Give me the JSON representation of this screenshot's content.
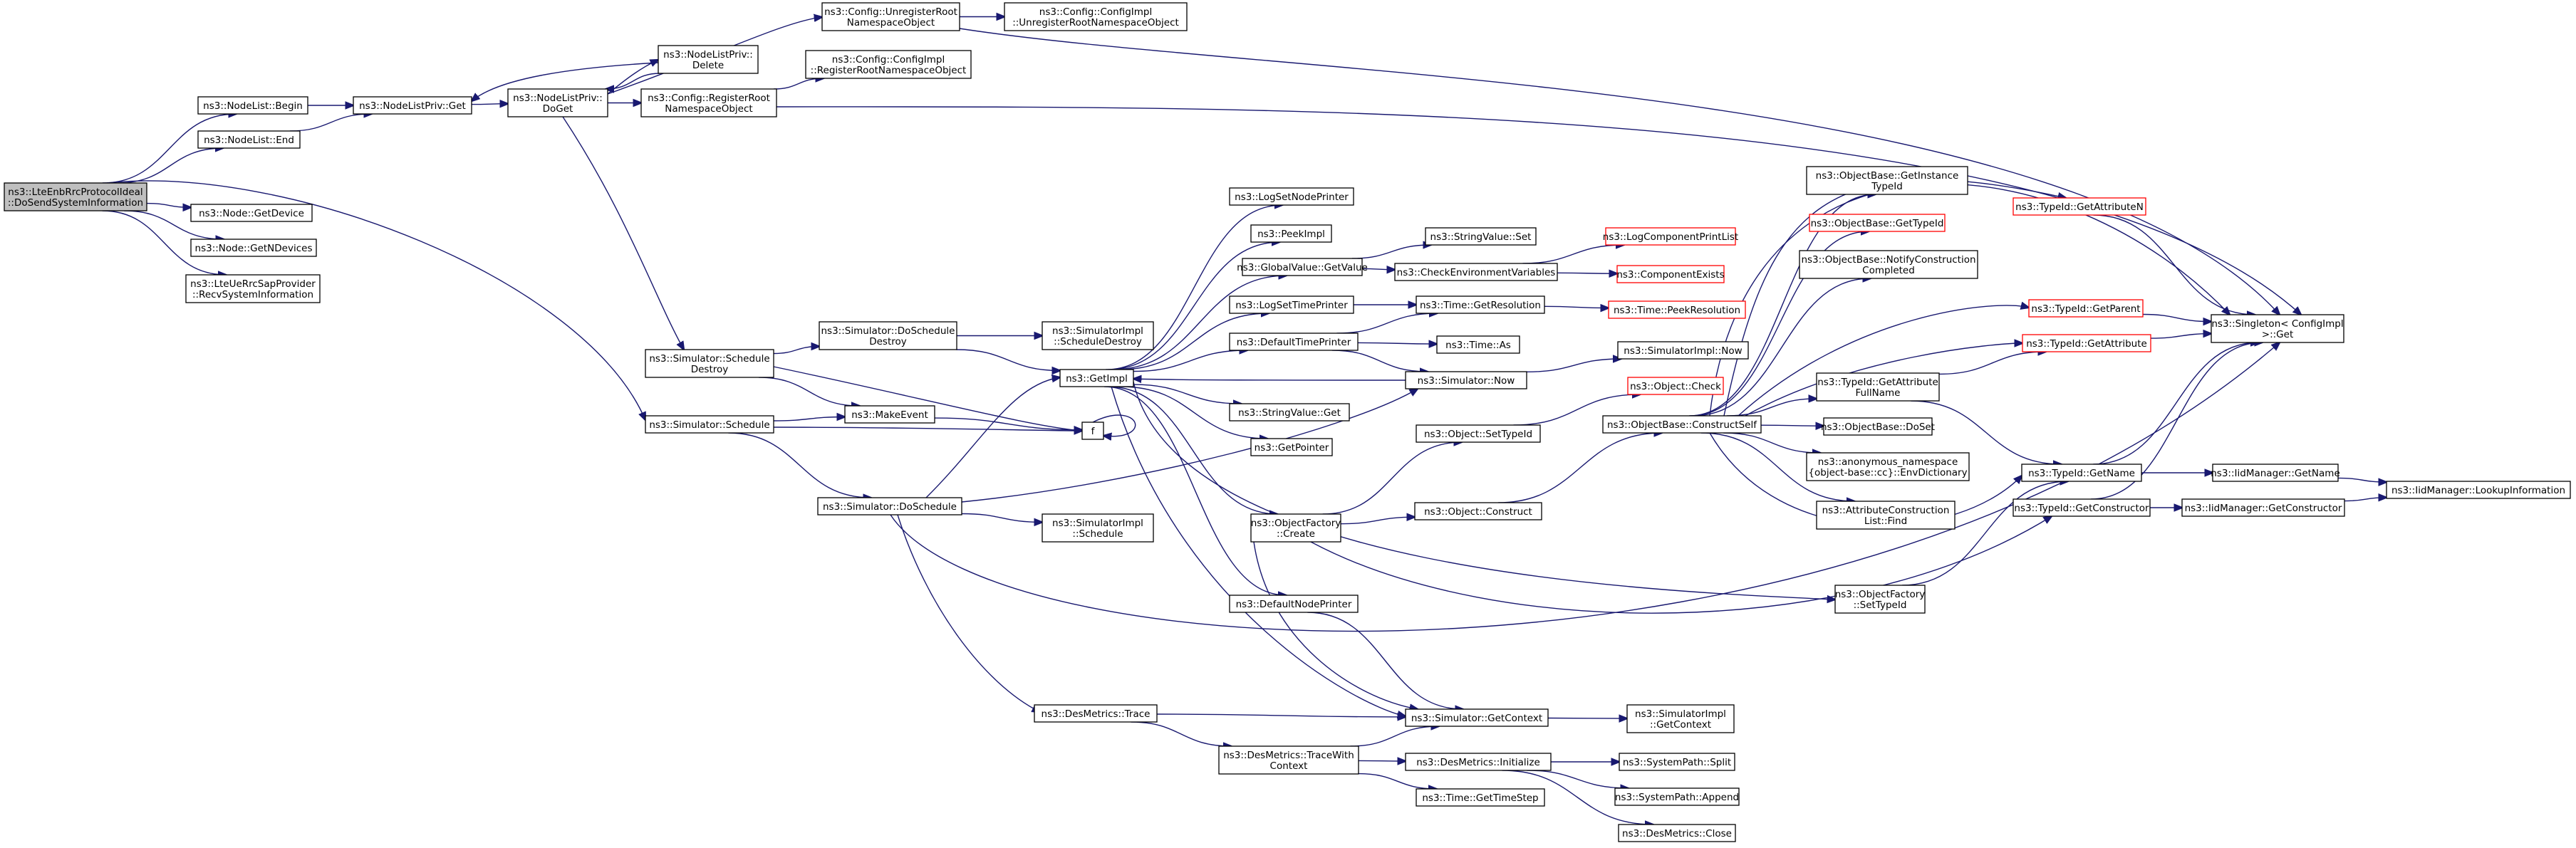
{
  "diagram": {
    "title": "Call graph",
    "nodes": [
      {
        "id": "root",
        "lines": [
          "ns3::LteEnbRrcProtocolIdeal",
          "::DoSendSystemInformation"
        ],
        "style": "root"
      },
      {
        "id": "nlbegin",
        "lines": [
          "ns3::NodeList::Begin"
        ]
      },
      {
        "id": "nlend",
        "lines": [
          "ns3::NodeList::End"
        ]
      },
      {
        "id": "getdevice",
        "lines": [
          "ns3::Node::GetDevice"
        ]
      },
      {
        "id": "getndevices",
        "lines": [
          "ns3::Node::GetNDevices"
        ]
      },
      {
        "id": "recvsys",
        "lines": [
          "ns3::LteUeRrcSapProvider",
          "::RecvSystemInformation"
        ]
      },
      {
        "id": "nlpget",
        "lines": [
          "ns3::NodeListPriv::Get"
        ]
      },
      {
        "id": "nlpdelete",
        "lines": [
          "ns3::NodeListPriv::",
          "Delete"
        ]
      },
      {
        "id": "nlpdoget",
        "lines": [
          "ns3::NodeListPriv::",
          "DoGet"
        ]
      },
      {
        "id": "unregroot",
        "lines": [
          "ns3::Config::UnregisterRoot",
          "NamespaceObject"
        ]
      },
      {
        "id": "cfgunreg",
        "lines": [
          "ns3::Config::ConfigImpl",
          "::UnregisterRootNamespaceObject"
        ]
      },
      {
        "id": "cfgreg",
        "lines": [
          "ns3::Config::ConfigImpl",
          "::RegisterRootNamespaceObject"
        ]
      },
      {
        "id": "regroot",
        "lines": [
          "ns3::Config::RegisterRoot",
          "NamespaceObject"
        ]
      },
      {
        "id": "schedDestroy",
        "lines": [
          "ns3::Simulator::Schedule",
          "Destroy"
        ]
      },
      {
        "id": "schedule",
        "lines": [
          "ns3::Simulator::Schedule"
        ]
      },
      {
        "id": "doSchedDestroy",
        "lines": [
          "ns3::Simulator::DoSchedule",
          "Destroy"
        ]
      },
      {
        "id": "implSchedDestroy",
        "lines": [
          "ns3::SimulatorImpl",
          "::ScheduleDestroy"
        ]
      },
      {
        "id": "getimpl",
        "lines": [
          "ns3::GetImpl"
        ]
      },
      {
        "id": "makeevent",
        "lines": [
          "ns3::MakeEvent"
        ]
      },
      {
        "id": "f",
        "lines": [
          "f"
        ]
      },
      {
        "id": "doschedule",
        "lines": [
          "ns3::Simulator::DoSchedule"
        ]
      },
      {
        "id": "implSchedule",
        "lines": [
          "ns3::SimulatorImpl",
          "::Schedule"
        ]
      },
      {
        "id": "desTrace",
        "lines": [
          "ns3::DesMetrics::Trace"
        ]
      },
      {
        "id": "desTraceCtx",
        "lines": [
          "ns3::DesMetrics::TraceWith",
          "Context"
        ]
      },
      {
        "id": "logSetNode",
        "lines": [
          "ns3::LogSetNodePrinter"
        ]
      },
      {
        "id": "peekimpl",
        "lines": [
          "ns3::PeekImpl"
        ]
      },
      {
        "id": "gvGetValue",
        "lines": [
          "ns3::GlobalValue::GetValue"
        ]
      },
      {
        "id": "logSetTime",
        "lines": [
          "ns3::LogSetTimePrinter"
        ]
      },
      {
        "id": "defTimePrinter",
        "lines": [
          "ns3::DefaultTimePrinter"
        ]
      },
      {
        "id": "svGet",
        "lines": [
          "ns3::StringValue::Get"
        ]
      },
      {
        "id": "getpointer",
        "lines": [
          "ns3::GetPointer"
        ]
      },
      {
        "id": "ofCreate",
        "lines": [
          "ns3::ObjectFactory",
          "::Create"
        ]
      },
      {
        "id": "defNodePrinter",
        "lines": [
          "ns3::DefaultNodePrinter"
        ]
      },
      {
        "id": "svSet",
        "lines": [
          "ns3::StringValue::Set"
        ]
      },
      {
        "id": "checkEnv",
        "lines": [
          "ns3::CheckEnvironmentVariables"
        ]
      },
      {
        "id": "timeGetRes",
        "lines": [
          "ns3::Time::GetResolution"
        ]
      },
      {
        "id": "timeAs",
        "lines": [
          "ns3::Time::As"
        ]
      },
      {
        "id": "simNow",
        "lines": [
          "ns3::Simulator::Now"
        ]
      },
      {
        "id": "objSetTypeId",
        "lines": [
          "ns3::Object::SetTypeId"
        ]
      },
      {
        "id": "objConstruct",
        "lines": [
          "ns3::Object::Construct"
        ]
      },
      {
        "id": "simGetContext",
        "lines": [
          "ns3::Simulator::GetContext"
        ]
      },
      {
        "id": "desInit",
        "lines": [
          "ns3::DesMetrics::Initialize"
        ]
      },
      {
        "id": "timeGetStep",
        "lines": [
          "ns3::Time::GetTimeStep"
        ]
      },
      {
        "id": "logCompPrint",
        "lines": [
          "ns3::LogComponentPrintList"
        ],
        "style": "red"
      },
      {
        "id": "compExists",
        "lines": [
          "ns3::ComponentExists"
        ],
        "style": "red"
      },
      {
        "id": "timePeekRes",
        "lines": [
          "ns3::Time::PeekResolution"
        ],
        "style": "red"
      },
      {
        "id": "implNow",
        "lines": [
          "ns3::SimulatorImpl::Now"
        ]
      },
      {
        "id": "objCheck",
        "lines": [
          "ns3::Object::Check"
        ],
        "style": "red"
      },
      {
        "id": "obConstructSelf",
        "lines": [
          "ns3::ObjectBase::ConstructSelf"
        ]
      },
      {
        "id": "implGetContext",
        "lines": [
          "ns3::SimulatorImpl",
          "::GetContext"
        ]
      },
      {
        "id": "spSplit",
        "lines": [
          "ns3::SystemPath::Split"
        ]
      },
      {
        "id": "spAppend",
        "lines": [
          "ns3::SystemPath::Append"
        ]
      },
      {
        "id": "desClose",
        "lines": [
          "ns3::DesMetrics::Close"
        ]
      },
      {
        "id": "obGetInstTid",
        "lines": [
          "ns3::ObjectBase::GetInstance",
          "TypeId"
        ]
      },
      {
        "id": "obGetTid",
        "lines": [
          "ns3::ObjectBase::GetTypeId"
        ],
        "style": "red"
      },
      {
        "id": "obNotify",
        "lines": [
          "ns3::ObjectBase::NotifyConstruction",
          "Completed"
        ]
      },
      {
        "id": "tidGetAttrFull",
        "lines": [
          "ns3::TypeId::GetAttribute",
          "FullName"
        ]
      },
      {
        "id": "obDoSet",
        "lines": [
          "ns3::ObjectBase::DoSet"
        ]
      },
      {
        "id": "anonEnv",
        "lines": [
          "ns3::anonymous_namespace",
          "{object-base::cc}::EnvDictionary"
        ]
      },
      {
        "id": "attrFind",
        "lines": [
          "ns3::AttributeConstruction",
          "List::Find"
        ]
      },
      {
        "id": "ofSetTypeId",
        "lines": [
          "ns3::ObjectFactory",
          "::SetTypeId"
        ]
      },
      {
        "id": "tidGetAttrN",
        "lines": [
          "ns3::TypeId::GetAttributeN"
        ],
        "style": "red"
      },
      {
        "id": "tidGetParent",
        "lines": [
          "ns3::TypeId::GetParent"
        ],
        "style": "red"
      },
      {
        "id": "tidGetAttr",
        "lines": [
          "ns3::TypeId::GetAttribute"
        ],
        "style": "red"
      },
      {
        "id": "tidGetName",
        "lines": [
          "ns3::TypeId::GetName"
        ]
      },
      {
        "id": "tidGetCtor",
        "lines": [
          "ns3::TypeId::GetConstructor"
        ]
      },
      {
        "id": "singletonGet",
        "lines": [
          "ns3::Singleton< ConfigImpl",
          " >::Get"
        ]
      },
      {
        "id": "idmGetName",
        "lines": [
          "ns3::IidManager::GetName"
        ]
      },
      {
        "id": "idmGetCtor",
        "lines": [
          "ns3::IidManager::GetConstructor"
        ]
      },
      {
        "id": "idmLookup",
        "lines": [
          "ns3::IidManager::LookupInformation"
        ]
      }
    ]
  }
}
